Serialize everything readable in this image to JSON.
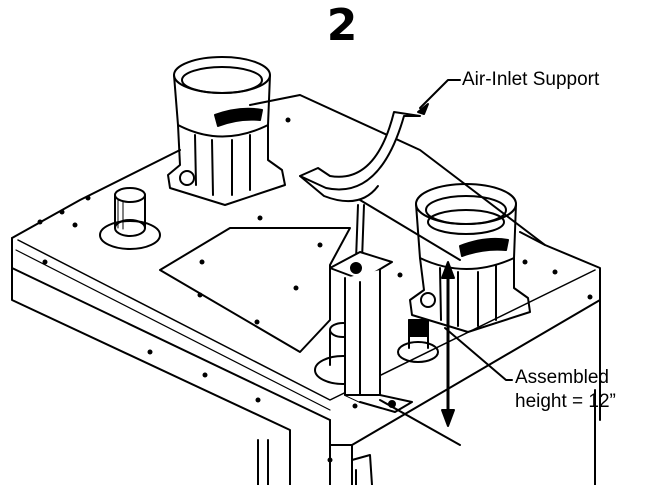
{
  "step": {
    "number": "2"
  },
  "callouts": {
    "air_inlet_support": "Air-Inlet Support",
    "assembled_line1": "Assembled",
    "assembled_line2": "height = 12”"
  }
}
